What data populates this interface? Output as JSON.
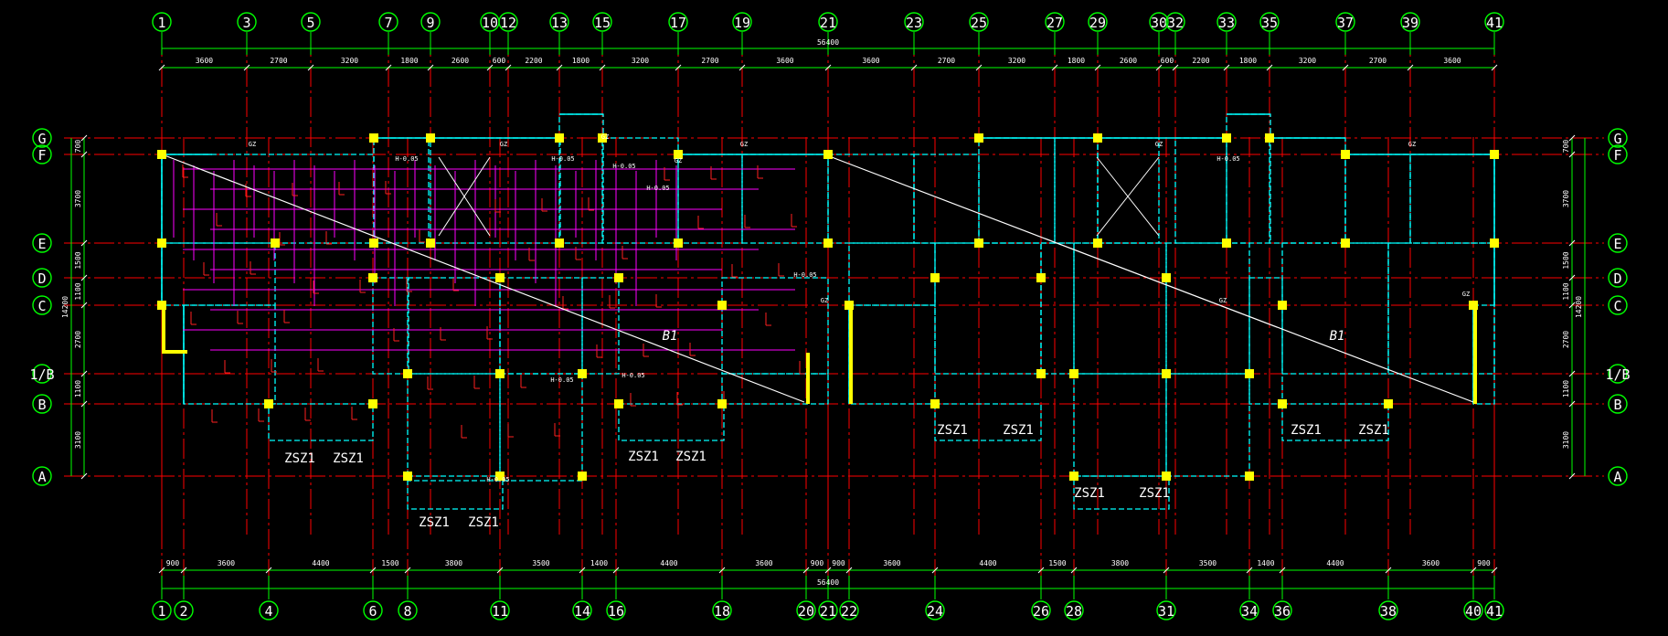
{
  "top_axes": [
    "1",
    "3",
    "5",
    "7",
    "9",
    "10",
    "12",
    "13",
    "15",
    "17",
    "19",
    "21",
    "23",
    "25",
    "27",
    "29",
    "30",
    "32",
    "33",
    "35",
    "37",
    "39",
    "41"
  ],
  "bottom_axes": [
    "1",
    "2",
    "4",
    "6",
    "8",
    "11",
    "14",
    "16",
    "18",
    "20",
    "21",
    "22",
    "24",
    "26",
    "28",
    "31",
    "34",
    "36",
    "38",
    "40",
    "41"
  ],
  "row_axes": [
    "G",
    "F",
    "E",
    "D",
    "C",
    "1/B",
    "B",
    "A"
  ],
  "top_dims": [
    "3600",
    "2700",
    "3200",
    "1800",
    "2600",
    "600",
    "2200",
    "1800",
    "3200",
    "2700",
    "3600",
    "3600",
    "2700",
    "3200",
    "1800",
    "2600",
    "600",
    "2200",
    "1800",
    "3200",
    "2700",
    "3600"
  ],
  "top_total": "56400",
  "bottom_dims": [
    "900",
    "3600",
    "4400",
    "1500",
    "3800",
    "3500",
    "1400",
    "4400",
    "3600",
    "900",
    "900",
    "3600",
    "4400",
    "1500",
    "3800",
    "3500",
    "1400",
    "4400",
    "3600",
    "900"
  ],
  "bottom_total": "56400",
  "left_dims": [
    "700",
    "3700",
    "1500",
    "1100",
    "2700",
    "1100",
    "3100"
  ],
  "left_total": "14200",
  "right_dims": [
    "700",
    "3700",
    "1500",
    "1100",
    "2700",
    "1100",
    "3100"
  ],
  "right_total": "14200",
  "labels": {
    "zsz": "ZSZ1",
    "slab_marker": "B1",
    "gz": "GZ",
    "h_label": "H-0.05"
  },
  "colors": {
    "axis": "#ff0000",
    "bubble": "#00ff00",
    "wall": "#00ffff",
    "column": "#ffff00",
    "rebar": "#ff00ff",
    "note": "#ff2020",
    "diagonal": "#ffffff"
  }
}
